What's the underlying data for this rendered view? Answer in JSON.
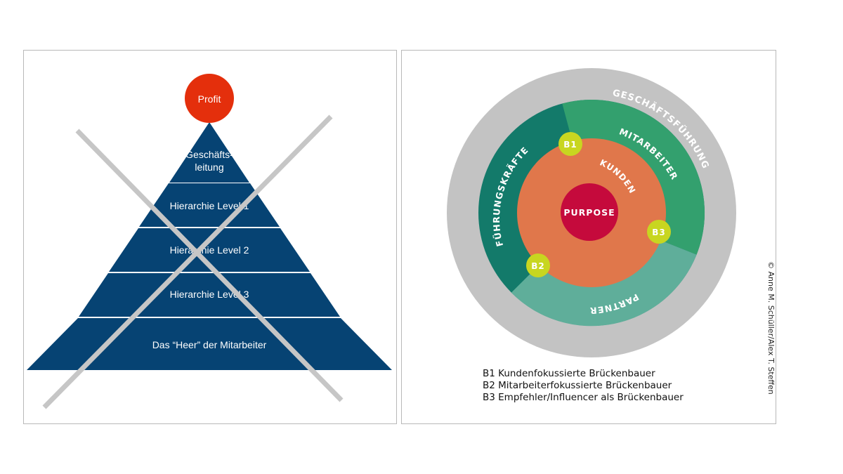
{
  "left": {
    "top_circle": "Profit",
    "levels": [
      {
        "line1": "Geschäfts-",
        "line2": "leitung"
      },
      {
        "line1": "Hierarchie Level 1"
      },
      {
        "line1": "Hierarchie Level 2"
      },
      {
        "line1": "Hierarchie Level 3"
      },
      {
        "line1": "Das “Heer” der Mitarbeiter"
      }
    ]
  },
  "right": {
    "outer_ring": "GESCHÄFTSFÜHRUNG",
    "middle_ring": {
      "left": "FÜHRUNGSKRÄFTE",
      "right": "MITARBEITER",
      "bottom": "PARTNER"
    },
    "inner_ring": "KUNDEN",
    "center": "PURPOSE",
    "bridges": [
      "B1",
      "B2",
      "B3"
    ],
    "legend": [
      "B1 Kundenfokussierte Brückenbauer",
      "B2 Mitarbeiterfokussierte Brückenbauer",
      "B3 Empfehler/Influencer als Brückenbauer"
    ],
    "copyright": "© Anne M. Schüller/Alex T. Steffen"
  },
  "colors": {
    "pyramid": "#064373",
    "profit": "#e42f0c",
    "cross": "#c6c6c6",
    "outer_ring": "#c3c3c3",
    "dark_green": "#137a6a",
    "mid_green": "#33a06e",
    "light_teal": "#5fae9a",
    "orange": "#e0774b",
    "purpose": "#c50a3c",
    "bridge": "#c8d620"
  }
}
